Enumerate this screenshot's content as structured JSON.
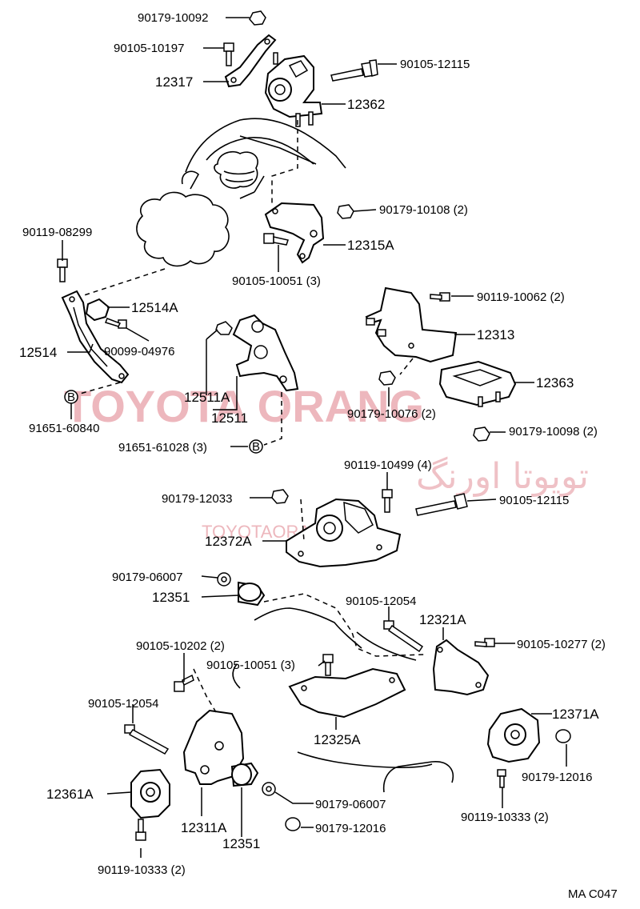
{
  "watermark": {
    "brand": "TOYOTA ORANG",
    "arabic": "تویوتا اورنگ",
    "small": "TOYOTAORANG.IR"
  },
  "diagram_code": "MA C047",
  "labels": {
    "p_90179_10092": "90179-10092",
    "p_90105_10197": "90105-10197",
    "p_12317": "12317",
    "p_90105_12115_top": "90105-12115",
    "p_12362": "12362",
    "p_90179_10108": "90179-10108 (2)",
    "p_12315A": "12315A",
    "p_90119_08299": "90119-08299",
    "p_90105_10051_a": "90105-10051 (3)",
    "p_90119_10062": "90119-10062 (2)",
    "p_12514A": "12514A",
    "p_12313": "12313",
    "p_12514": "12514",
    "p_90099_04976": "90099-04976",
    "p_12363": "12363",
    "p_12511A": "12511A",
    "p_12511": "12511",
    "p_90179_10076": "90179-10076 (2)",
    "p_91651_60840": "91651-60840",
    "p_90179_10098": "90179-10098 (2)",
    "p_91651_61028": "91651-61028 (3)",
    "p_90119_10499": "90119-10499 (4)",
    "p_90179_12033": "90179-12033",
    "p_90105_12115_mid": "90105-12115",
    "p_12372A": "12372A",
    "p_90179_06007_a": "90179-06007",
    "p_12351_a": "12351",
    "p_90105_12054_a": "90105-12054",
    "p_12321A": "12321A",
    "p_90105_10202": "90105-10202 (2)",
    "p_90105_10277": "90105-10277 (2)",
    "p_90105_10051_b": "90105-10051 (3)",
    "p_90105_12054_b": "90105-12054",
    "p_12371A": "12371A",
    "p_12325A": "12325A",
    "p_90179_12016_a": "90179-12016",
    "p_12361A": "12361A",
    "p_90179_06007_b": "90179-06007",
    "p_90119_10333_a": "90119-10333 (2)",
    "p_12311A": "12311A",
    "p_90179_12016_b": "90179-12016",
    "p_12351_b": "12351",
    "p_90119_10333_b": "90119-10333 (2)",
    "b_marker_1": "B",
    "b_marker_2": "B"
  }
}
